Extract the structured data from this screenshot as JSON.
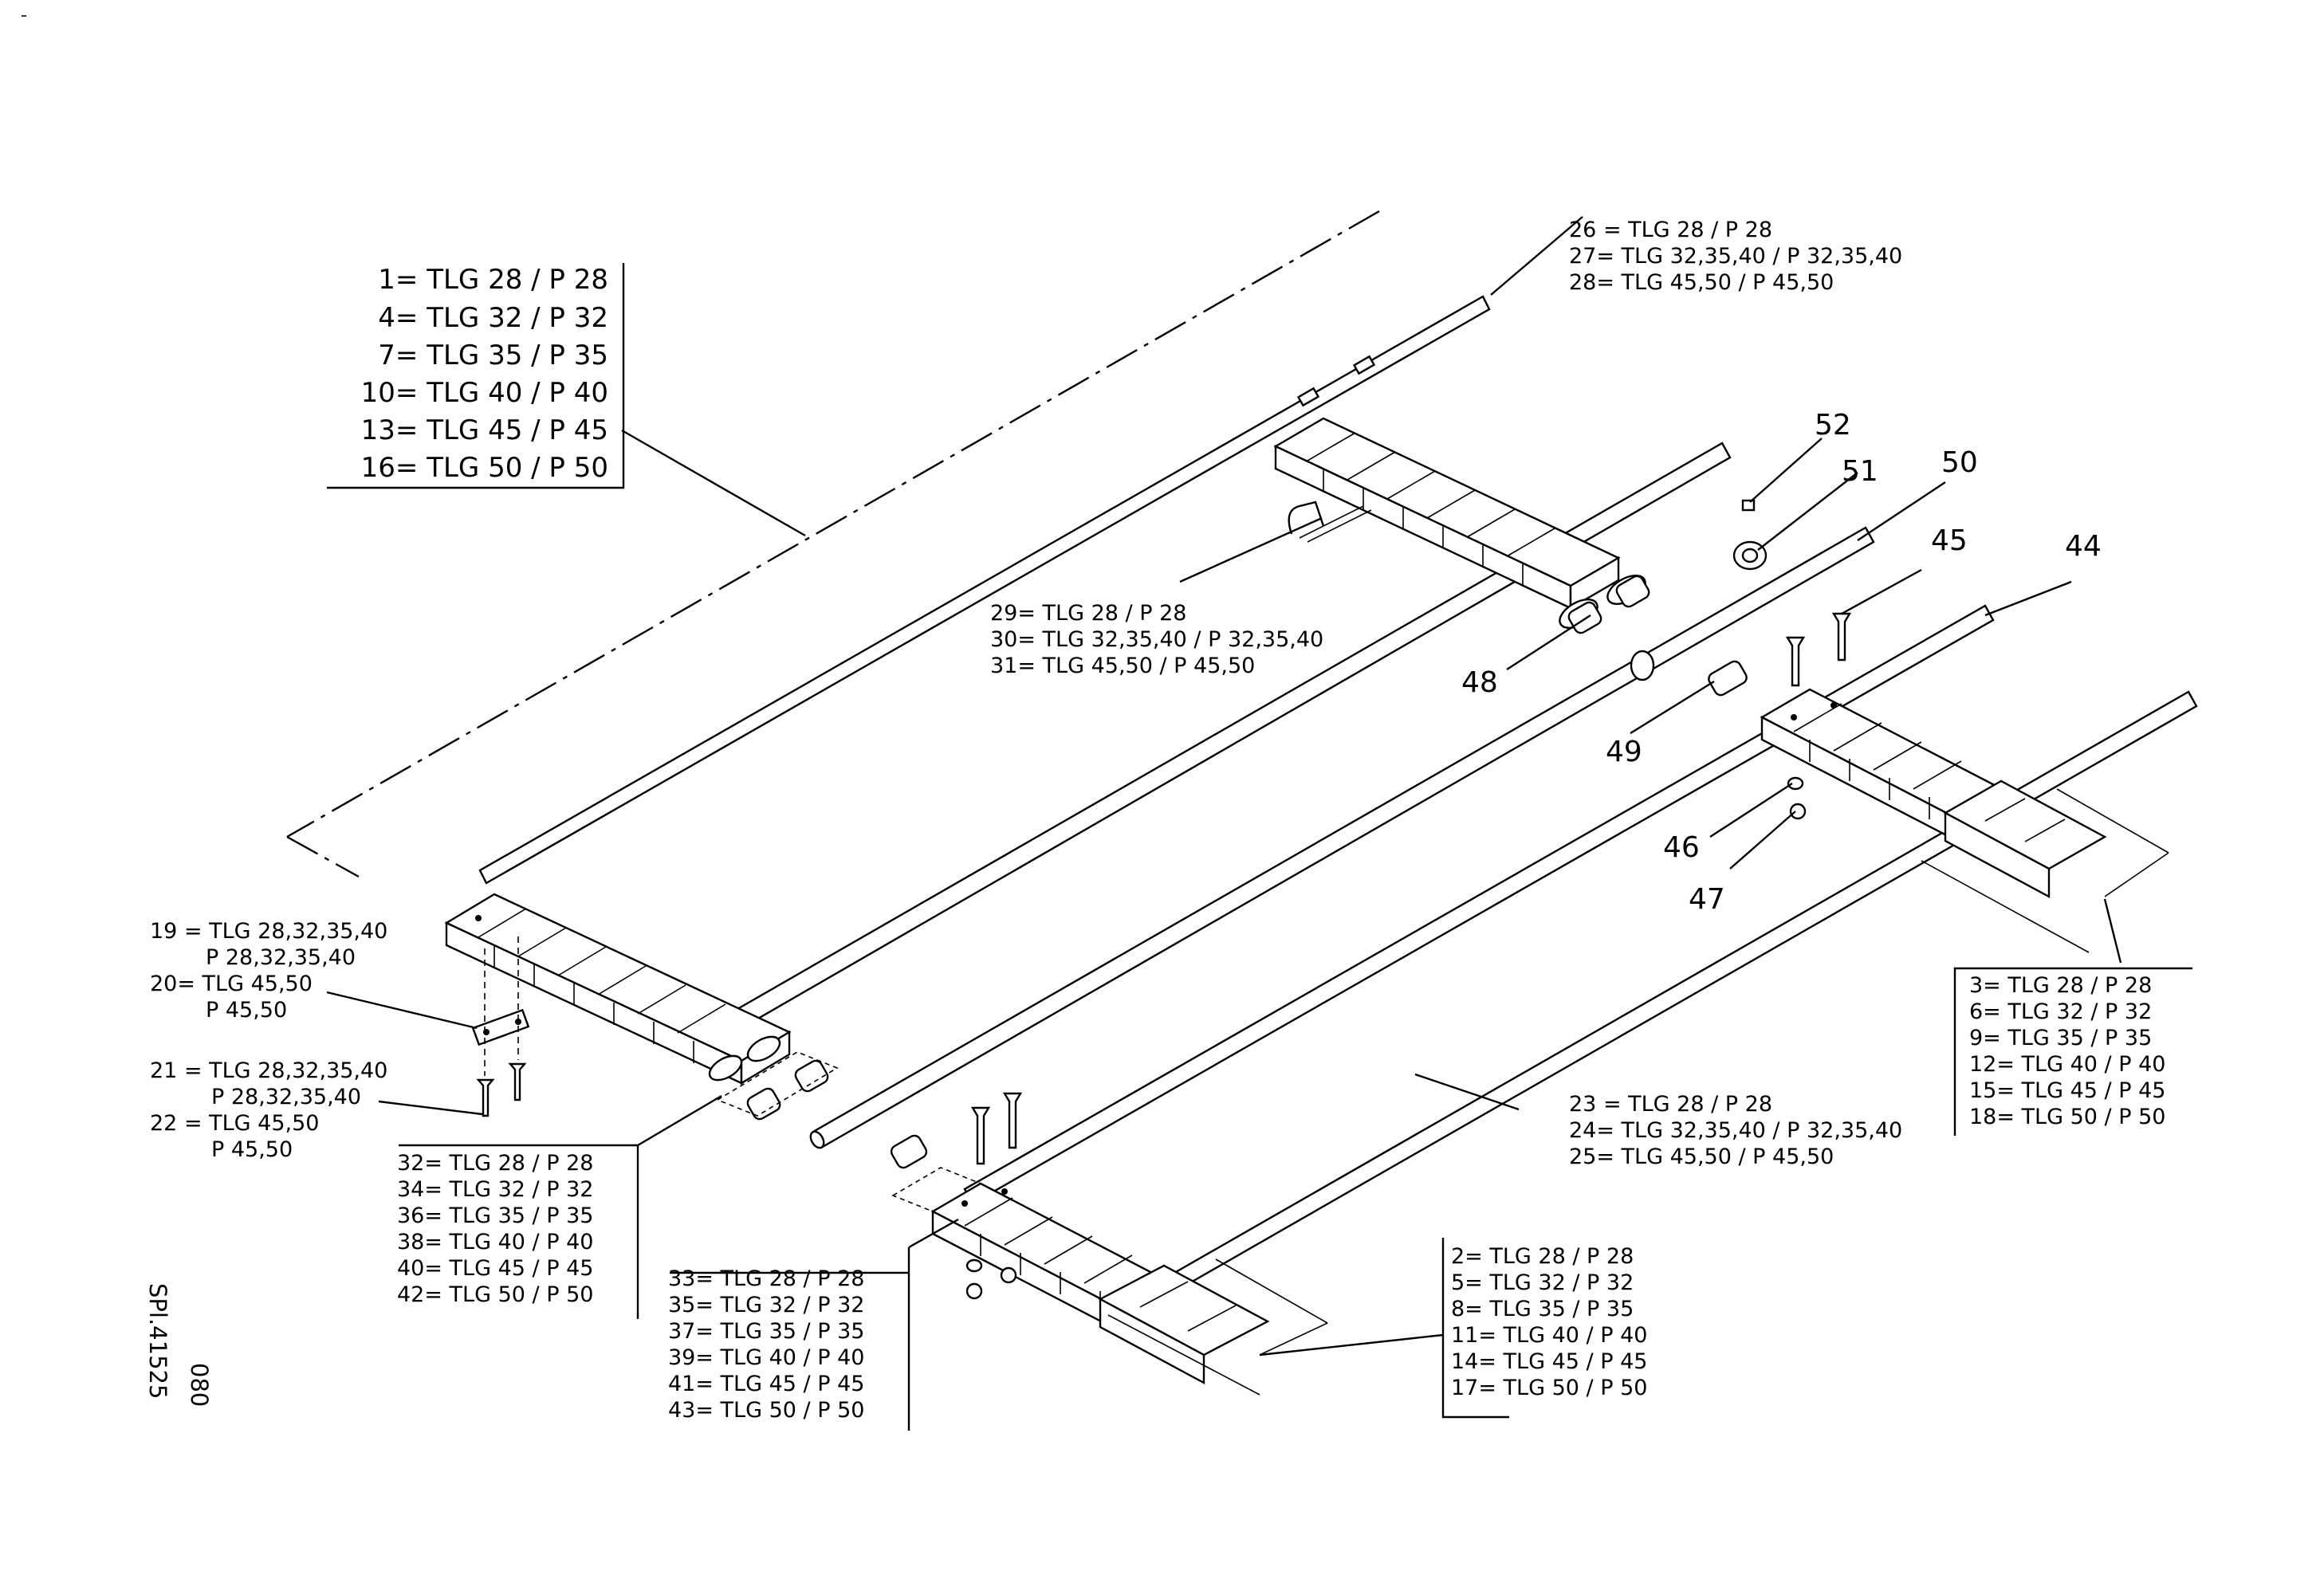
{
  "groups": {
    "g1": [
      "1= TLG 28 / P 28",
      "4= TLG 32 / P 32",
      "7= TLG 35 / P 35",
      "10= TLG 40 / P 40",
      "13= TLG 45 / P 45",
      "16= TLG 50 / P 50"
    ],
    "g26": [
      "26 = TLG 28 / P 28",
      "27= TLG 32,35,40 / P 32,35,40",
      "28= TLG 45,50 / P 45,50"
    ],
    "g29": [
      "29= TLG 28 / P 28",
      "30= TLG 32,35,40 / P 32,35,40",
      "31= TLG 45,50 / P 45,50"
    ],
    "g19": [
      "19 = TLG 28,32,35,40",
      "P 28,32,35,40",
      "20= TLG 45,50",
      "P 45,50"
    ],
    "g21": [
      "21 = TLG 28,32,35,40",
      "P 28,32,35,40",
      "22 = TLG 45,50",
      "P 45,50"
    ],
    "g32": [
      "32= TLG 28 / P 28",
      "34= TLG 32 / P 32",
      "36= TLG 35 / P 35",
      "38= TLG 40 / P 40",
      "40= TLG 45 / P 45",
      "42= TLG 50 / P 50"
    ],
    "g33": [
      "33= TLG 28 / P 28",
      "35= TLG 32 / P 32",
      "37= TLG 35 / P 35",
      "39= TLG 40 / P 40",
      "41= TLG 45 / P 45",
      "43= TLG 50 / P 50"
    ],
    "g23": [
      "23 = TLG 28 / P 28",
      "24= TLG 32,35,40 / P 32,35,40",
      "25= TLG 45,50 / P 45,50"
    ],
    "g2": [
      "2= TLG 28 / P 28",
      "5= TLG 32 / P 32",
      "8= TLG 35 / P 35",
      "11= TLG 40 / P 40",
      "14= TLG 45 / P 45",
      "17= TLG 50 / P 50"
    ],
    "g3": [
      "3= TLG 28 / P 28",
      "6= TLG 32 / P 32",
      "9= TLG 35 / P 35",
      "12= TLG 40 / P 40",
      "15= TLG 45 / P 45",
      "18= TLG 50 / P 50"
    ]
  },
  "callouts": {
    "c52": "52",
    "c51": "51",
    "c50": "50",
    "c45": "45",
    "c44": "44",
    "c48": "48",
    "c49": "49",
    "c46": "46",
    "c47": "47"
  },
  "drawing_id": "SPl.41525",
  "drawing_rev": "080"
}
